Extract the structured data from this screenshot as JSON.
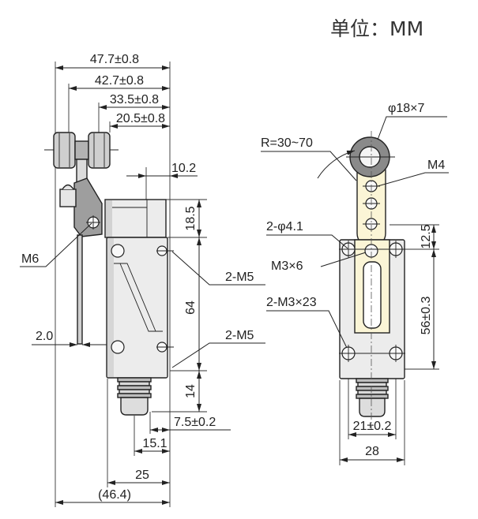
{
  "header": {
    "unit": "单位：MM"
  },
  "side_view": {
    "dim_overall_width": "47.7±0.8",
    "dim_roller_outer": "42.7±0.8",
    "dim_roller_inner": "33.5±0.8",
    "dim_roller_axis": "20.5±0.8",
    "dim_head_offset": "10.2",
    "dim_head_height": "18.5",
    "dim_hole_pitch": "64",
    "dim_bottom_height": "14",
    "dim_rod_thickness": "2.0",
    "dim_plunger_offset": "7.5±0.2",
    "dim_plunger_width": "15.1",
    "dim_body_depth": "25",
    "dim_total_depth": "(46.4)",
    "label_lever_screw": "M6",
    "label_upper_holes": "2-M5",
    "label_lower_holes": "2-M5"
  },
  "front_view": {
    "label_roller": "φ18×7",
    "label_radius": "R=30~70",
    "label_arm_screw": "M4",
    "label_mount_holes": "2-φ4.1",
    "label_center_screw": "M3×6",
    "label_screws": "2-M3×23",
    "dim_top_offset": "12.5",
    "dim_hole_pitch": "56±0.3",
    "dim_hole_spacing": "21±0.2",
    "dim_body_width": "28"
  },
  "colors": {
    "line": "#222222",
    "part_fill": "#ececec",
    "dark_fill": "#9e9e9e",
    "arm_fill": "#fbf5d6"
  }
}
